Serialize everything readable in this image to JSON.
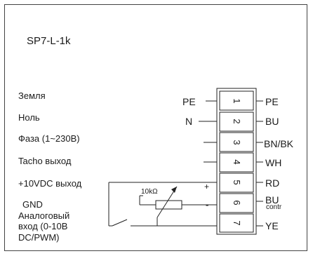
{
  "title": "SP7-L-1k",
  "labels": {
    "ground": "Земля",
    "neutral": "Ноль",
    "phase": "Фаза (1~230В)",
    "tacho": "Tacho выход",
    "ref10v": "+10VDC выход",
    "gnd": "GND",
    "analog_line1": "Аналоговый",
    "analog_line2": "вход (0-10В",
    "analog_line3": "DC/PWM)"
  },
  "left_pins": {
    "pe": "PE",
    "n": "N"
  },
  "terminals": [
    "1",
    "2",
    "3",
    "4",
    "5",
    "6",
    "7"
  ],
  "right_pins": {
    "t1": "PE",
    "t2": "BU",
    "t3": "BN/BK",
    "t4": "WH",
    "t5": "RD",
    "t6": "BU",
    "t6_sub": "contr",
    "t7": "YE"
  },
  "potentiometer": {
    "label": "10kΩ"
  },
  "polarity": {
    "plus": "+",
    "minus": "-"
  }
}
